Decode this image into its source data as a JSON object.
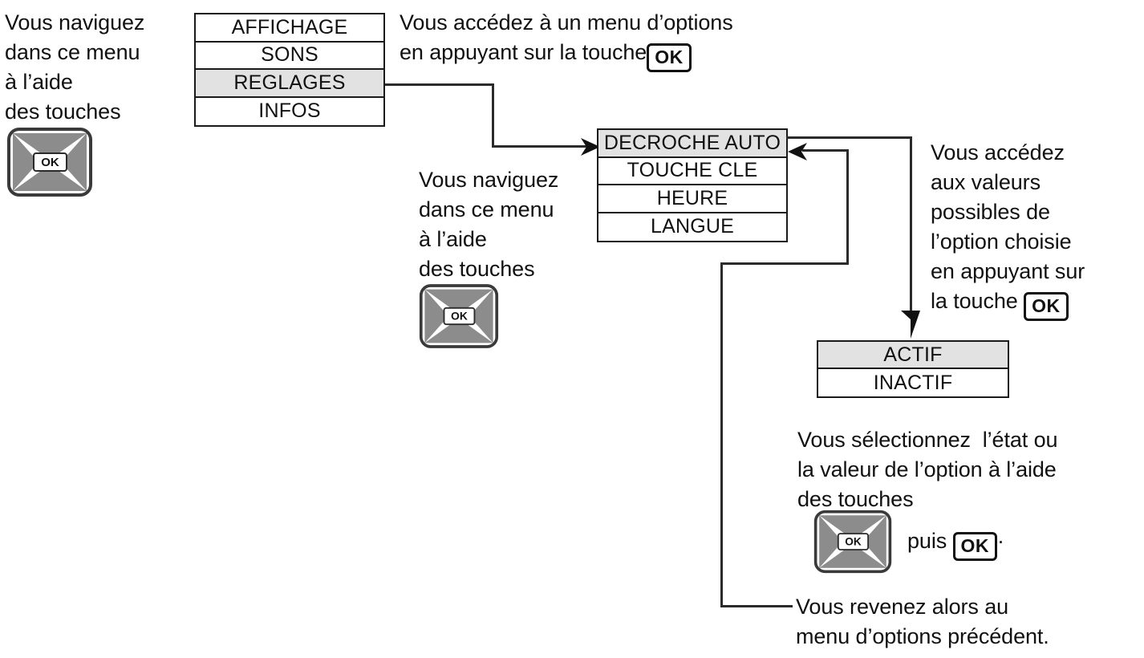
{
  "diagram": {
    "title": "Navigation dans les menus du combine",
    "language": "fr"
  },
  "colors": {
    "ink": "#1a1a1a",
    "line": "#2b2b2b",
    "highlight": "#e2e2e2",
    "key_gray": "#8a8a8a",
    "background": "#ffffff"
  },
  "texts": {
    "nav_menu_1": "Vous naviguez\ndans ce menu\nà l’aide\ndes touches",
    "access_options": "Vous accédez à un menu d’options\nen appuyant sur la touche",
    "nav_menu_2": "Vous naviguez\ndans ce menu\nà l’aide\ndes touches",
    "access_values": "Vous accédez\naux valeurs\npossibles de\nl’option choisie\nen appuyant sur\nla touche",
    "select_value": "Vous sélectionnez  l’état ou\nla valeur de l’option à l’aide\ndes touches",
    "puis": "puis",
    "puis_suffix": "·",
    "return_note": "Vous revenez alors au\nmenu d’options précédent."
  },
  "keys": {
    "ok_label": "OK",
    "navkey_label": "OK"
  },
  "menus": [
    {
      "id": "main-menu",
      "name": "menu-principal",
      "items": [
        {
          "label": "AFFICHAGE",
          "selected": false
        },
        {
          "label": "SONS",
          "selected": false
        },
        {
          "label": "REGLAGES",
          "selected": true
        },
        {
          "label": "INFOS",
          "selected": false
        }
      ]
    },
    {
      "id": "options-menu",
      "name": "menu-reglages",
      "items": [
        {
          "label": "DECROCHE AUTO",
          "selected": true
        },
        {
          "label": "TOUCHE CLE",
          "selected": false
        },
        {
          "label": "HEURE",
          "selected": false
        },
        {
          "label": "LANGUE",
          "selected": false
        }
      ]
    },
    {
      "id": "values-menu",
      "name": "menu-valeurs",
      "items": [
        {
          "label": "ACTIF",
          "selected": true
        },
        {
          "label": "INACTIF",
          "selected": false
        }
      ]
    }
  ],
  "icons": {
    "nav_key": "navigation-dpad-key",
    "ok_key": "ok-key",
    "arrow_right": "arrow-right",
    "arrow_left": "arrow-left",
    "arrow_down": "arrow-down"
  }
}
